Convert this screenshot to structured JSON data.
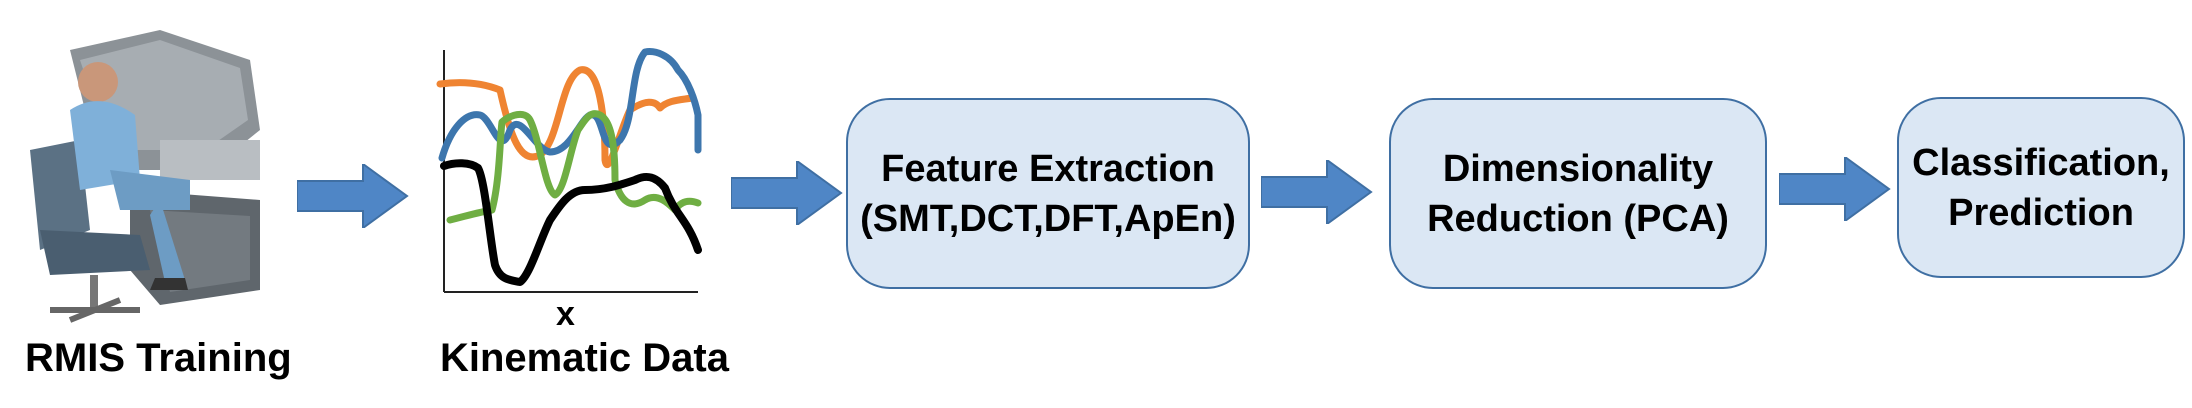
{
  "captions": {
    "rmis": "RMIS Training",
    "kinematic": "Kinematic Data",
    "axis_x": "x"
  },
  "boxes": [
    {
      "line1": "Feature Extraction",
      "line2": "(SMT,DCT,DFT,ApEn)"
    },
    {
      "line1": "Dimensionality",
      "line2": "Reduction (PCA)"
    },
    {
      "line1": "Classification,",
      "line2": "Prediction"
    }
  ],
  "colors": {
    "box_fill": "#dbe7f4",
    "box_border": "#3f6fa3",
    "arrow": "#4f86c6",
    "series_blue": "#3d76ad",
    "series_orange": "#ef8432",
    "series_green": "#6fae43",
    "series_black": "#000000"
  }
}
